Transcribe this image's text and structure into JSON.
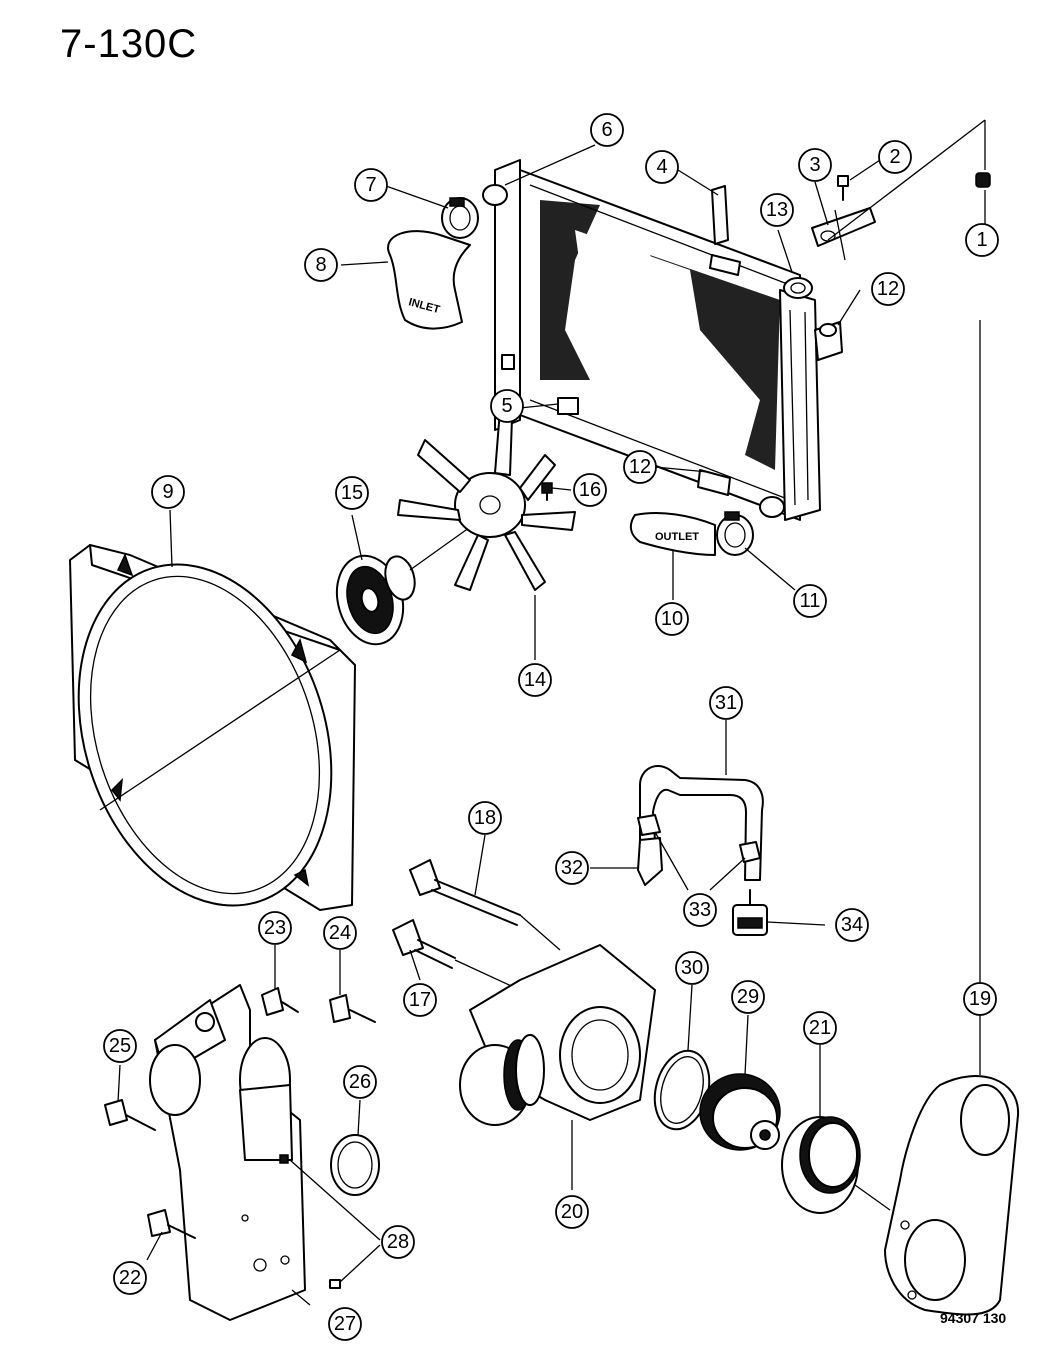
{
  "header": {
    "title": "7-130C"
  },
  "footer": {
    "figure_code": "94307  130"
  },
  "hose_labels": {
    "inlet": "INLET",
    "outlet": "OUTLET"
  },
  "callouts": [
    "1",
    "2",
    "3",
    "4",
    "5",
    "6",
    "7",
    "8",
    "9",
    "10",
    "11",
    "12",
    "12",
    "13",
    "14",
    "15",
    "16",
    "17",
    "18",
    "19",
    "20",
    "21",
    "22",
    "23",
    "24",
    "25",
    "26",
    "27",
    "28",
    "29",
    "30",
    "31",
    "32",
    "33",
    "34"
  ]
}
